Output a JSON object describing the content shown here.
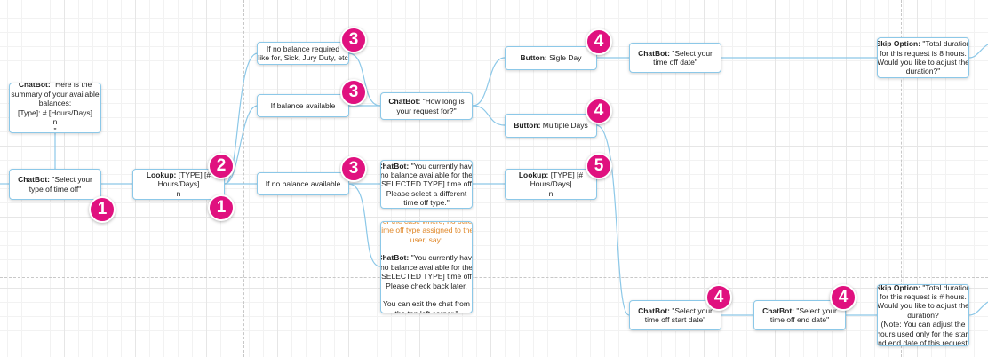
{
  "diagram": {
    "nodes": {
      "summary": {
        "lines": [
          [
            {
              "b": "ChatBot:"
            },
            {
              "t": " \"Here is the"
            }
          ],
          [
            {
              "t": "summary of your available"
            }
          ],
          [
            {
              "t": "balances:"
            }
          ],
          [
            {
              "t": "[Type]: # [Hours/Days]"
            }
          ],
          [
            {
              "t": "n"
            }
          ],
          [
            {
              "t": "\""
            }
          ]
        ]
      },
      "select_type": {
        "lines": [
          [
            {
              "b": "ChatBot:"
            },
            {
              "t": " \"Select your"
            }
          ],
          [
            {
              "t": "type of time off\""
            }
          ]
        ]
      },
      "lookup1": {
        "lines": [
          [
            {
              "b": "Lookup:"
            },
            {
              "t": " [TYPE] [#"
            }
          ],
          [
            {
              "t": "Hours/Days]"
            }
          ],
          [
            {
              "t": "n"
            }
          ]
        ]
      },
      "if_no_balance_required": {
        "lines": [
          [
            {
              "t": "If no balance required"
            }
          ],
          [
            {
              "t": "(like for, Sick, Jury Duty, etc)"
            }
          ]
        ]
      },
      "if_balance_available": {
        "lines": [
          [
            {
              "t": "If balance available"
            }
          ]
        ]
      },
      "if_no_balance_available": {
        "lines": [
          [
            {
              "t": "If no balance available"
            }
          ]
        ]
      },
      "how_long": {
        "lines": [
          [
            {
              "b": "ChatBot:"
            },
            {
              "t": " \"How long is"
            }
          ],
          [
            {
              "t": "your request for?\""
            }
          ]
        ]
      },
      "no_balance_msg": {
        "lines": [
          [
            {
              "b": "ChatBot:"
            },
            {
              "t": " \"You currently have"
            }
          ],
          [
            {
              "t": "no balance available for the"
            }
          ],
          [
            {
              "t": "[SELECTED TYPE] time off."
            }
          ],
          [
            {
              "t": "Please select a different"
            }
          ],
          [
            {
              "t": "time off type.\""
            }
          ]
        ]
      },
      "no_type_msg": {
        "lines": [
          [
            {
              "n": "For the case where, no other"
            }
          ],
          [
            {
              "n": "time off type assigned to the"
            }
          ],
          [
            {
              "n": "user, say:"
            }
          ],
          [
            {
              "t": ""
            }
          ],
          [
            {
              "b": "ChatBot:"
            },
            {
              "t": " \"You currently have"
            }
          ],
          [
            {
              "t": "no balance available for the"
            }
          ],
          [
            {
              "t": "[SELECTED TYPE] time off."
            }
          ],
          [
            {
              "t": "Please check back later."
            }
          ],
          [
            {
              "t": ""
            }
          ],
          [
            {
              "t": "You can exit the chat from"
            }
          ],
          [
            {
              "t": "the top left corner.\""
            }
          ]
        ]
      },
      "single_day": {
        "lines": [
          [
            {
              "b": "Button:"
            },
            {
              "t": " Sigle Day"
            }
          ]
        ]
      },
      "multiple_days": {
        "lines": [
          [
            {
              "b": "Button:"
            },
            {
              "t": " Multiple Days"
            }
          ]
        ]
      },
      "lookup2": {
        "lines": [
          [
            {
              "b": "Lookup:"
            },
            {
              "t": " [TYPE] [#"
            }
          ],
          [
            {
              "t": "Hours/Days]"
            }
          ],
          [
            {
              "t": "n"
            }
          ]
        ]
      },
      "select_date": {
        "lines": [
          [
            {
              "b": "ChatBot:"
            },
            {
              "t": " \"Select your"
            }
          ],
          [
            {
              "t": "time off date\""
            }
          ]
        ]
      },
      "skip_8h": {
        "lines": [
          [
            {
              "b": "Skip Option:"
            },
            {
              "t": " \"Total duration"
            }
          ],
          [
            {
              "t": "for this request is 8 hours."
            }
          ],
          [
            {
              "t": "Would you like to adjust the"
            }
          ],
          [
            {
              "t": "duration?\""
            }
          ]
        ]
      },
      "select_start": {
        "lines": [
          [
            {
              "b": "ChatBot:"
            },
            {
              "t": " \"Select your"
            }
          ],
          [
            {
              "t": "time off start date\""
            }
          ]
        ]
      },
      "select_end": {
        "lines": [
          [
            {
              "b": "ChatBot:"
            },
            {
              "t": " \"Select your"
            }
          ],
          [
            {
              "t": "time off end date\""
            }
          ]
        ]
      },
      "skip_multi": {
        "lines": [
          [
            {
              "b": "Skip Option:"
            },
            {
              "t": " \"Total duration"
            }
          ],
          [
            {
              "t": "for this request is # hours."
            }
          ],
          [
            {
              "t": "Would you like to adjust the"
            }
          ],
          [
            {
              "t": "duration?"
            }
          ],
          [
            {
              "t": "(Note: You can adjust the"
            }
          ],
          [
            {
              "t": "hours used only for the start"
            }
          ],
          [
            {
              "t": "and end date of this request)\""
            }
          ]
        ]
      }
    },
    "badges": {
      "b1a": "1",
      "b1b": "1",
      "b2": "2",
      "b3a": "3",
      "b3b": "3",
      "b3c": "3",
      "b4a": "4",
      "b4b": "4",
      "b4c": "4",
      "b4d": "4",
      "b5": "5"
    },
    "colors": {
      "connector": "#8cc8e8",
      "badge": "#e0117f",
      "node_border": "#8cc8e8",
      "note_text": "#e0882a"
    }
  }
}
